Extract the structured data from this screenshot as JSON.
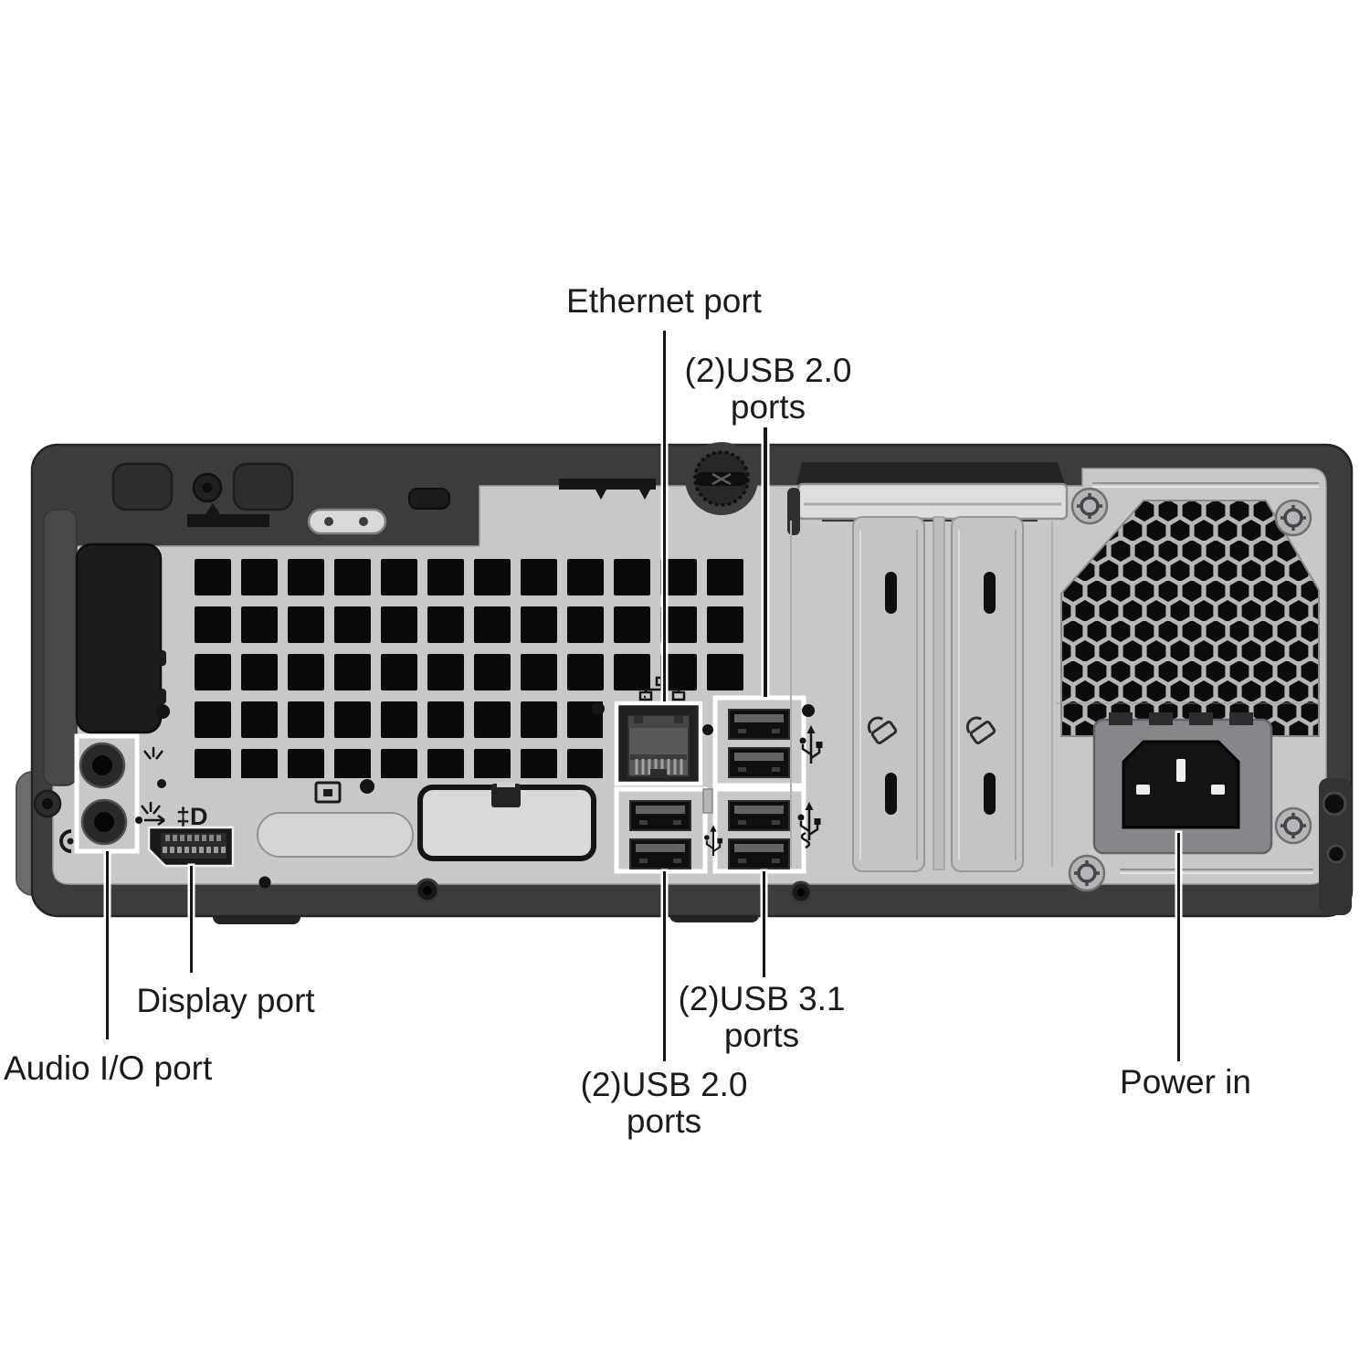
{
  "colors": {
    "background": "#ffffff",
    "chassis_dark": "#3b3c3e",
    "chassis_edge": "#232426",
    "panel_silver": "#c7c8ca",
    "vent_black": "#0a0a0b",
    "outline_white": "#ffffff",
    "label_text": "#1b1b1b"
  },
  "diagram": {
    "callouts": {
      "ethernet": {
        "lines": [
          "Ethernet port"
        ]
      },
      "usb20_top": {
        "lines": [
          "(2)USB 2.0",
          "ports"
        ]
      },
      "display": {
        "lines": [
          "Display port"
        ]
      },
      "audio": {
        "lines": [
          "Audio I/O port"
        ]
      },
      "usb20_bottom": {
        "lines": [
          "(2)USB 2.0",
          "ports"
        ]
      },
      "usb31": {
        "lines": [
          "(2)USB 3.1",
          "ports"
        ]
      },
      "power": {
        "lines": [
          "Power in"
        ]
      }
    },
    "icon_glyphs": {
      "displayport_logo": "‡D"
    }
  }
}
